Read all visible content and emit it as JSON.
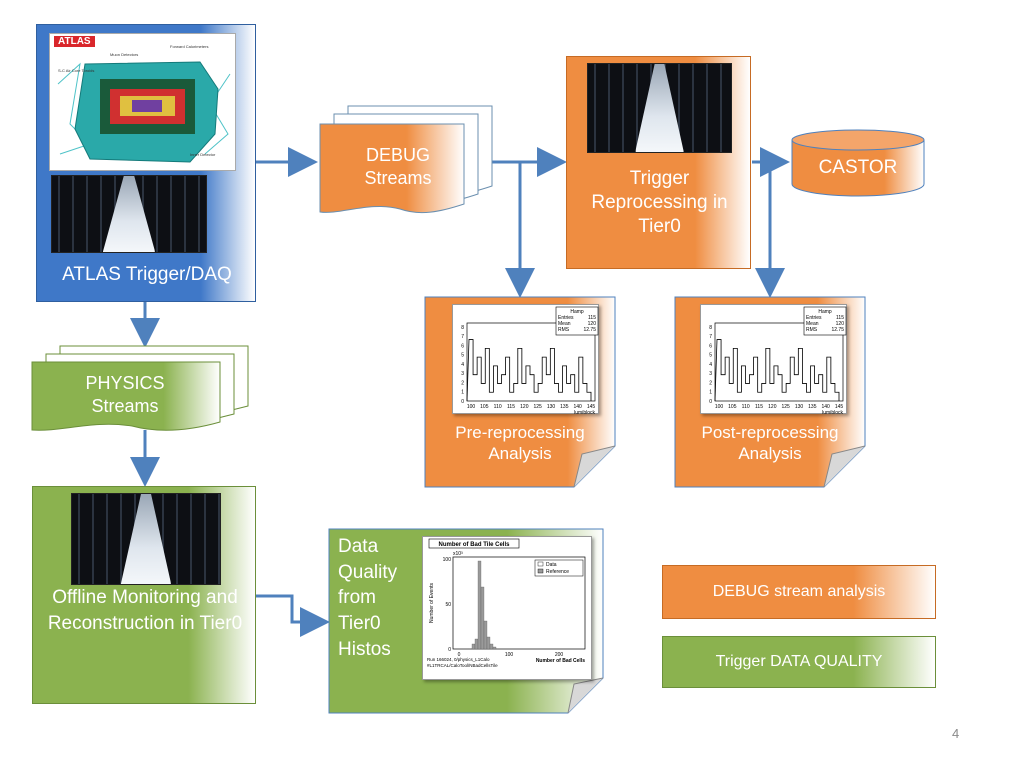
{
  "blocks": {
    "daq": {
      "label": "ATLAS Trigger/DAQ",
      "logo_text": "ATLAS"
    },
    "debug_streams": {
      "label": "DEBUG Streams"
    },
    "physics_streams": {
      "label": "PHYSICS Streams"
    },
    "trigger_reprocessing": {
      "label": "Trigger Reprocessing in Tier0"
    },
    "castor": {
      "label": "CASTOR"
    },
    "pre_analysis": {
      "label": "Pre-reprocessing Analysis"
    },
    "post_analysis": {
      "label": "Post-reprocessing Analysis"
    },
    "offline": {
      "label": "Offline Monitoring and Reconstruction in Tier0"
    },
    "data_quality": {
      "label": "Data Quality from Tier0 Histos"
    }
  },
  "legend": {
    "debug": "DEBUG stream analysis",
    "dq": "Trigger DATA QUALITY"
  },
  "page_number": "4",
  "colors": {
    "blue": "#3f78c8",
    "orange": "#ef8d41",
    "green": "#8bb24f",
    "arrow": "#4f81bd"
  },
  "lumi_hist": {
    "stats_title": "Hamp",
    "stats": [
      [
        "Entries",
        "115"
      ],
      [
        "Mean",
        "120"
      ],
      [
        "RMS",
        "12.75"
      ]
    ],
    "x_ticks": [
      "100",
      "105",
      "110",
      "115",
      "120",
      "125",
      "130",
      "135",
      "140",
      "145"
    ],
    "x_label": "lumiblock",
    "y_ticks": [
      "0",
      "1",
      "2",
      "3",
      "4",
      "5",
      "6",
      "7",
      "8"
    ]
  },
  "dq_hist": {
    "title": "Number of Bad Tile Cells",
    "y_label": "Number of Events",
    "x_label": "Number of Bad Cells",
    "legend": [
      "Data",
      "Reference"
    ],
    "x_ticks": [
      "0",
      "100",
      "200"
    ],
    "y_ticks": [
      "0",
      "50",
      "100"
    ],
    "exponent": "x10³",
    "footer": [
      "Run 166024, 0/physics_L1Calo",
      "#L1TRCAL/CaloTool/NBadCellsTile"
    ]
  }
}
